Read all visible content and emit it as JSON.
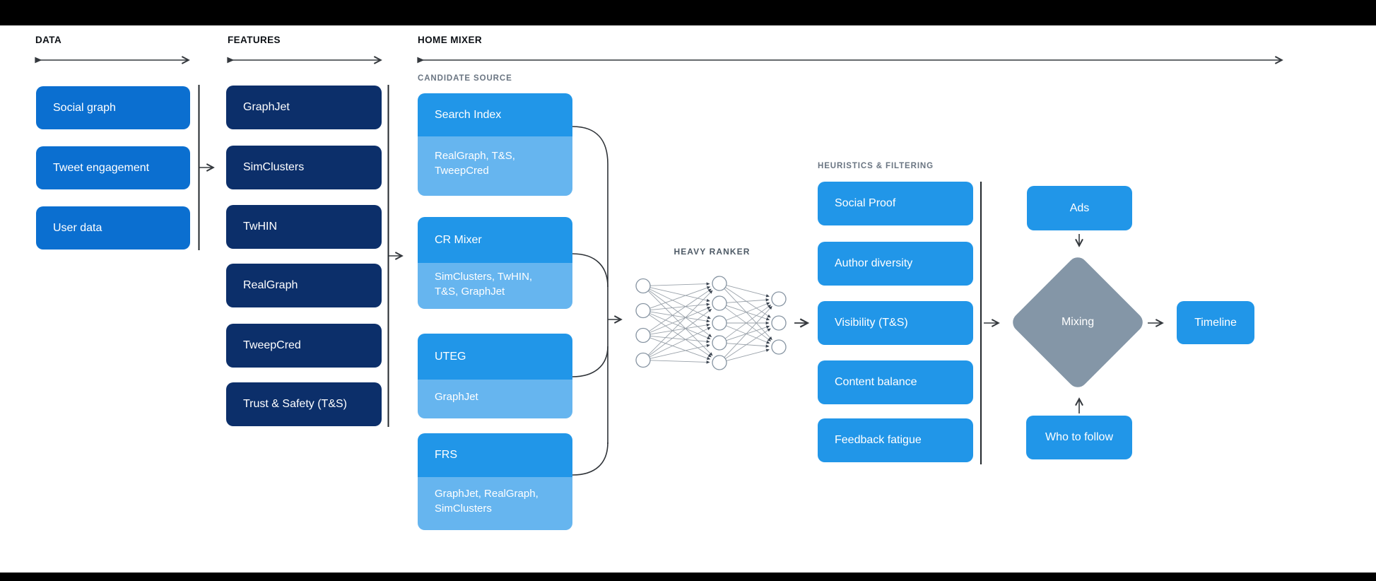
{
  "header": {
    "data": "DATA",
    "features": "FEATURES",
    "home_mixer": "HOME MIXER"
  },
  "data_column": {
    "items": [
      "Social graph",
      "Tweet engagement",
      "User data"
    ]
  },
  "features_column": {
    "items": [
      "GraphJet",
      "SimClusters",
      "TwHIN",
      "RealGraph",
      "TweepCred",
      "Trust & Safety (T&S)"
    ]
  },
  "candidate_sources": {
    "label": "CANDIDATE SOURCE",
    "groups": [
      {
        "name": "Search Index",
        "sources": "RealGraph, T&S,\nTweepCred"
      },
      {
        "name": "CR Mixer",
        "sources": "SimClusters, TwHIN,\nT&S, GraphJet"
      },
      {
        "name": "UTEG",
        "sources": "GraphJet"
      },
      {
        "name": "FRS",
        "sources": "GraphJet, RealGraph,\nSimClusters"
      }
    ]
  },
  "heavy_ranker": {
    "label": "HEAVY RANKER",
    "layers": [
      4,
      5,
      3
    ]
  },
  "heuristics": {
    "label": "HEURISTICS & FILTERING",
    "items": [
      "Social Proof",
      "Author diversity",
      "Visibility (T&S)",
      "Content balance",
      "Feedback fatigue"
    ]
  },
  "output_stage": {
    "ads": "Ads",
    "mixing": "Mixing",
    "who_to_follow": "Who to follow",
    "timeline": "Timeline"
  },
  "colors": {
    "data_box_blue": "#0b6fd0",
    "feature_box_navy": "#0c2f6a",
    "primary_blue": "#2196e8",
    "light_blue": "#66b5ef",
    "diamond_gray": "#8496a7",
    "line_dark": "#34383d",
    "label_gray": "#6a7582"
  }
}
